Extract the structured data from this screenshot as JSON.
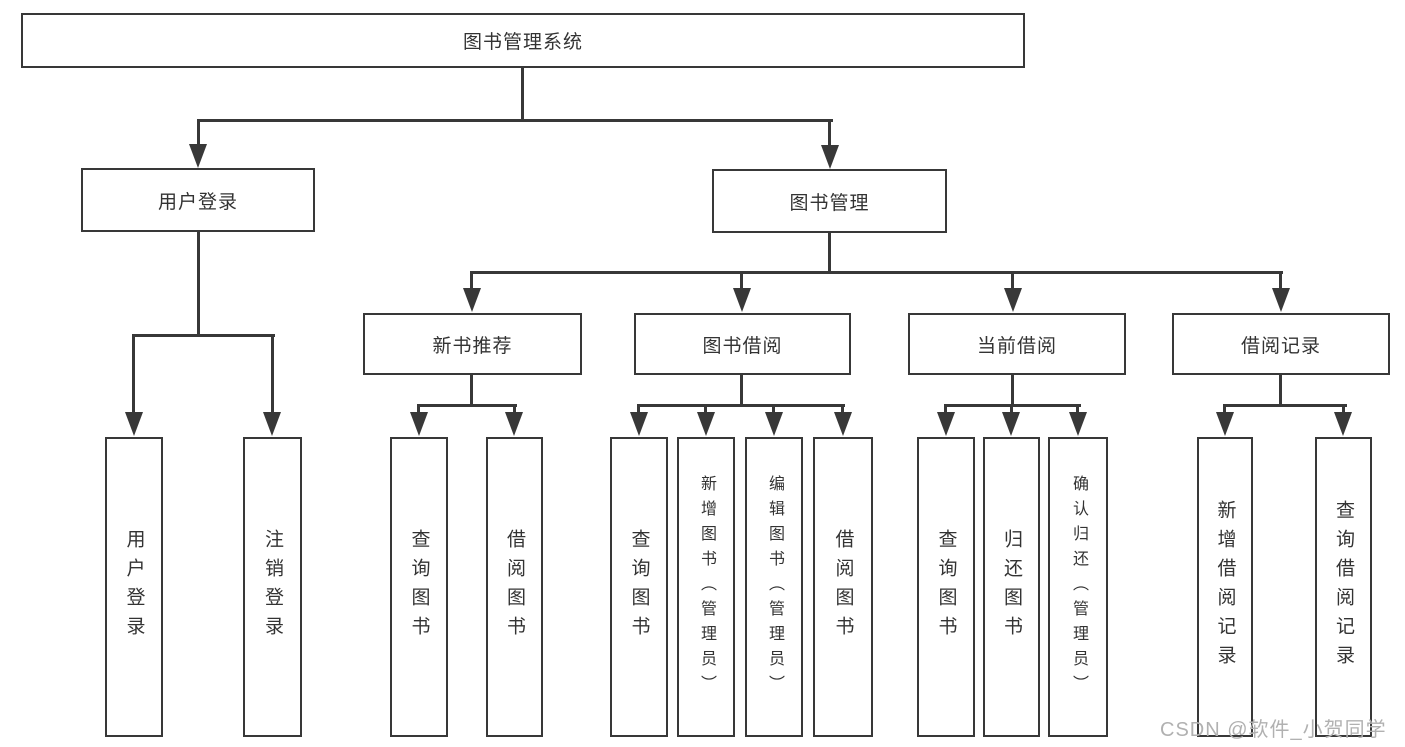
{
  "diagram": {
    "title": "图书管理系统",
    "root": {
      "label": "图书管理系统"
    },
    "branches": {
      "userLogin": {
        "label": "用户登录",
        "children": [
          {
            "label": "用户登录"
          },
          {
            "label": "注销登录"
          }
        ]
      },
      "bookMgmt": {
        "label": "图书管理",
        "groups": [
          {
            "label": "新书推荐",
            "children": [
              {
                "label": "查询图书"
              },
              {
                "label": "借阅图书"
              }
            ]
          },
          {
            "label": "图书借阅",
            "children": [
              {
                "label": "查询图书"
              },
              {
                "label": "新增图书（管理员）"
              },
              {
                "label": "编辑图书（管理员）"
              },
              {
                "label": "借阅图书"
              }
            ]
          },
          {
            "label": "当前借阅",
            "children": [
              {
                "label": "查询图书"
              },
              {
                "label": "归还图书"
              },
              {
                "label": "确认归还（管理员）"
              }
            ]
          },
          {
            "label": "借阅记录",
            "children": [
              {
                "label": "新增借阅记录"
              },
              {
                "label": "查询借阅记录"
              }
            ]
          }
        ]
      }
    }
  },
  "watermark": {
    "text": "CSDN @软件_小贺同学"
  },
  "colors": {
    "line": "#383838",
    "text": "#333333",
    "watermark": "#b1b1b1",
    "background": "#ffffff"
  }
}
